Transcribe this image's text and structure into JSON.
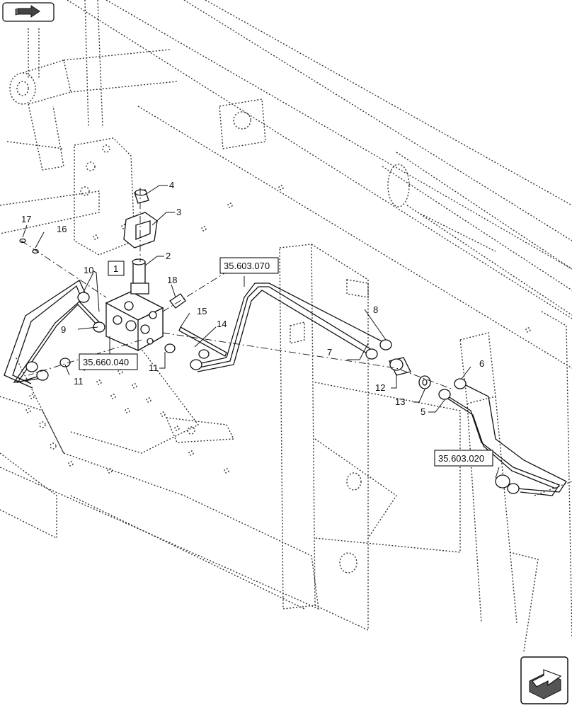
{
  "callouts": {
    "c1": "1",
    "c2": "2",
    "c3": "3",
    "c4": "4",
    "c5": "5",
    "c6": "6",
    "c7": "7",
    "c8": "8",
    "c9": "9",
    "c10": "10",
    "c11a": "11",
    "c11b": "11",
    "c12": "12",
    "c13": "13",
    "c14": "14",
    "c15": "15",
    "c16": "16",
    "c17": "17",
    "c18": "18"
  },
  "references": {
    "r_603_070": "35.603.070",
    "r_660_040": "35.660.040",
    "r_603_020": "35.603.020"
  },
  "navigation": {
    "prev_icon": "back-arrow-icon",
    "next_icon": "forward-arrow-icon"
  }
}
